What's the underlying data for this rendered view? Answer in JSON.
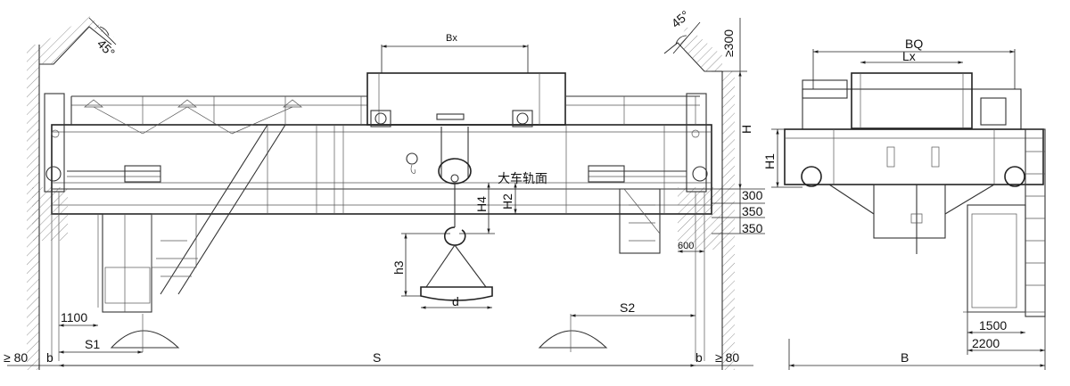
{
  "labels": {
    "bx": "Bx",
    "bq": "BQ",
    "lx": "Lx",
    "angle_left": "45°",
    "angle_right": "45°",
    "clear_300": "≥300",
    "h": "H",
    "h1": "H1",
    "h2": "H2",
    "h3": "h3",
    "h4": "H4",
    "rail_surface": "大车轨面",
    "d": "d",
    "s": "S",
    "s1": "S1",
    "s2": "S2",
    "b_left": "b",
    "b_right": "b",
    "b_total": "B",
    "gap_left": "≥ 80",
    "gap_right": "≥ 80",
    "dim_300": "300",
    "dim_350a": "350",
    "dim_350b": "350",
    "dim_600": "600",
    "dim_1100": "1100",
    "dim_1500": "1500",
    "dim_2200": "2200"
  }
}
